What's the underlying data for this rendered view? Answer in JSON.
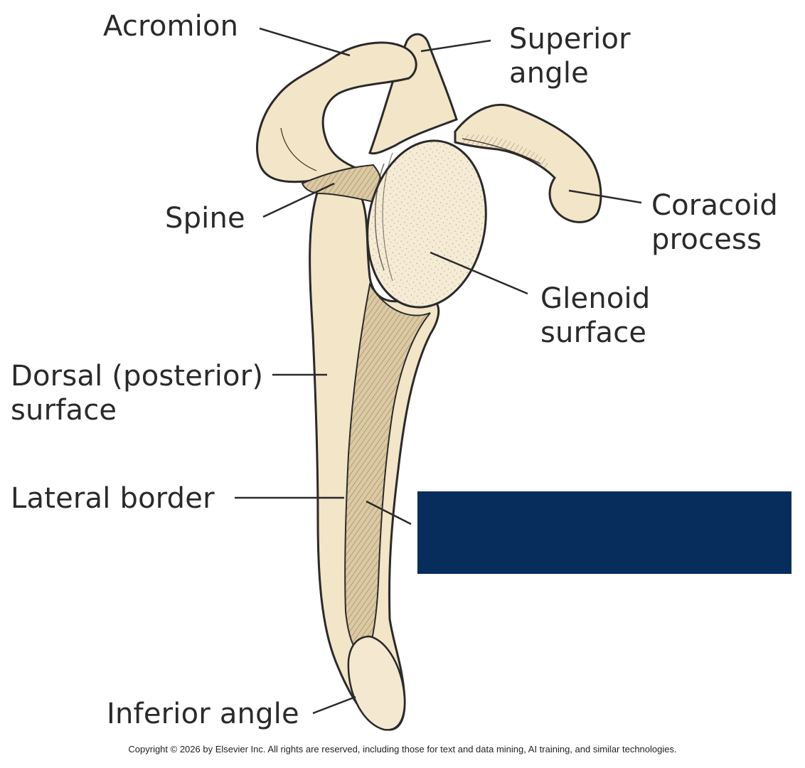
{
  "figure": {
    "labels": {
      "acromion": "Acromion",
      "superior_angle": [
        "Superior",
        "angle"
      ],
      "coracoid_process": [
        "Coracoid",
        "process"
      ],
      "spine": "Spine",
      "glenoid_surface": [
        "Glenoid",
        "surface"
      ],
      "dorsal_surface": [
        "Dorsal (posterior)",
        "surface"
      ],
      "lateral_border": "Lateral border",
      "inferior_angle": "Inferior angle"
    },
    "colors": {
      "bone_fill": "#f2e5c8",
      "bone_shade": "#dcc9a2",
      "outline": "#2a2a2a",
      "mask_box": "#062d5c"
    }
  },
  "footer": {
    "copyright": "Copyright © 2026 by Elsevier Inc. All rights are reserved, including those for text and data mining, AI training, and similar technologies."
  }
}
